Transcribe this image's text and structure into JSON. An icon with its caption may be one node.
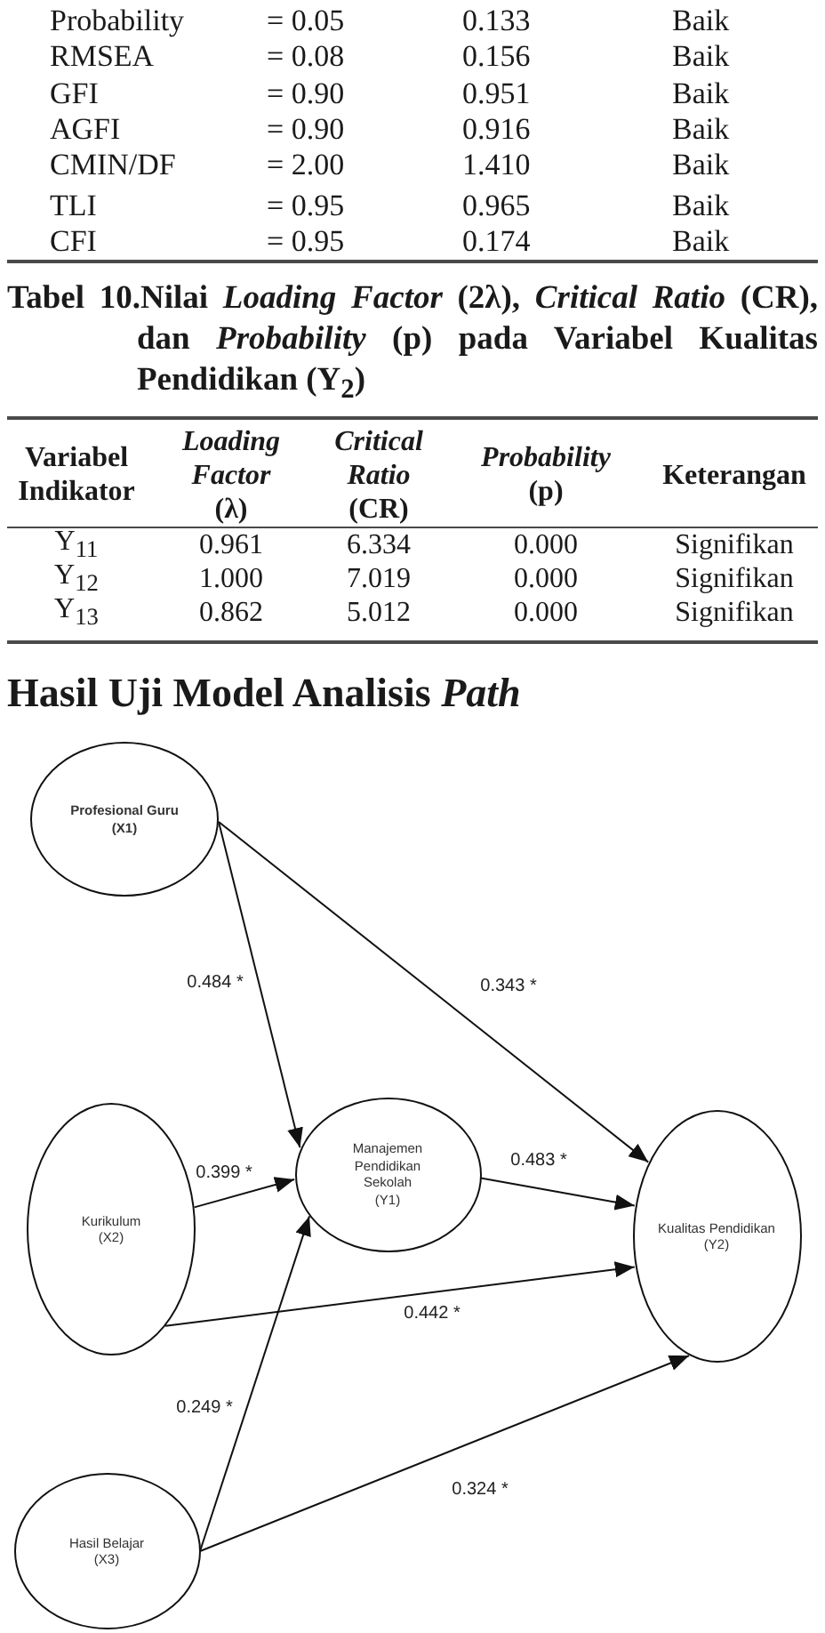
{
  "diagram": {
    "nodes": [
      {
        "text": [
          "Profesional Guru (X1)"
        ]
      },
      {
        "text": [
          "Kurikulum (X2)"
        ]
      },
      {
        "text": [
          "Manajemen Pendidikan Sekolah (Y1)"
        ]
      },
      {
        "text": [
          "Kualitas Pendidikan (Y2)"
        ]
      },
      {
        "text": [
          "Hasil Belajar (X3)"
        ]
      }
    ],
    "edges": [
      {
        "from": 0,
        "to": 2,
        "arrow": "to",
        "label": "0.484 *"
      },
      {
        "from": 0,
        "to": 3,
        "arrow": "to",
        "label": "0.343 *"
      },
      {
        "from": 1,
        "to": 2,
        "arrow": "to",
        "label": "0.399 *"
      },
      {
        "from": 2,
        "to": 3,
        "arrow": "to",
        "label": "0.483 *"
      },
      {
        "from": 1,
        "to": 3,
        "arrow": "to",
        "label": "0.442 *"
      },
      {
        "from": 4,
        "to": 2,
        "arrow": "to",
        "label": "0.249 *"
      },
      {
        "from": 4,
        "to": 3,
        "arrow": "to",
        "label": "0.324 *"
      }
    ],
    "labels": [
      "Probability",
      "= 0.05",
      "0.133",
      "Baik",
      "RMSEA",
      "= 0.08",
      "0.156",
      "Baik",
      "GFI",
      "= 0.90",
      "0.951",
      "Baik",
      "AGFI",
      "= 0.90",
      "0.916",
      "Baik",
      "CMIN/DF",
      "= 2.00",
      "1.410",
      "Baik",
      "TLI",
      "= 0.95",
      "0.965",
      "Baik",
      "CFI",
      "= 0.95",
      "0.174",
      "Baik",
      "Tabel 10.Nilai *Loading Factor* (2λ), *Critical Ratio* (CR), dan *Probability* (p) pada Variabel Kualitas Pendidikan (Y$_{2}$)",
      "Variabel Indikator",
      "*Loading Factor* (λ)",
      "*Critical Ratio* (CR)",
      "*Probability* (p)",
      "Keterangan",
      "Y$_{11}$",
      "0.961",
      "6.334",
      "0.000",
      "Signifikan",
      "Y$_{12}$",
      "1.000",
      "7.019",
      "0.000",
      "Signifikan",
      "Y$_{13}$",
      "0.862",
      "5.012",
      "0.000",
      "Signifikan",
      "Hasil Uji Model Analisis *Path*"
    ]
  }
}
